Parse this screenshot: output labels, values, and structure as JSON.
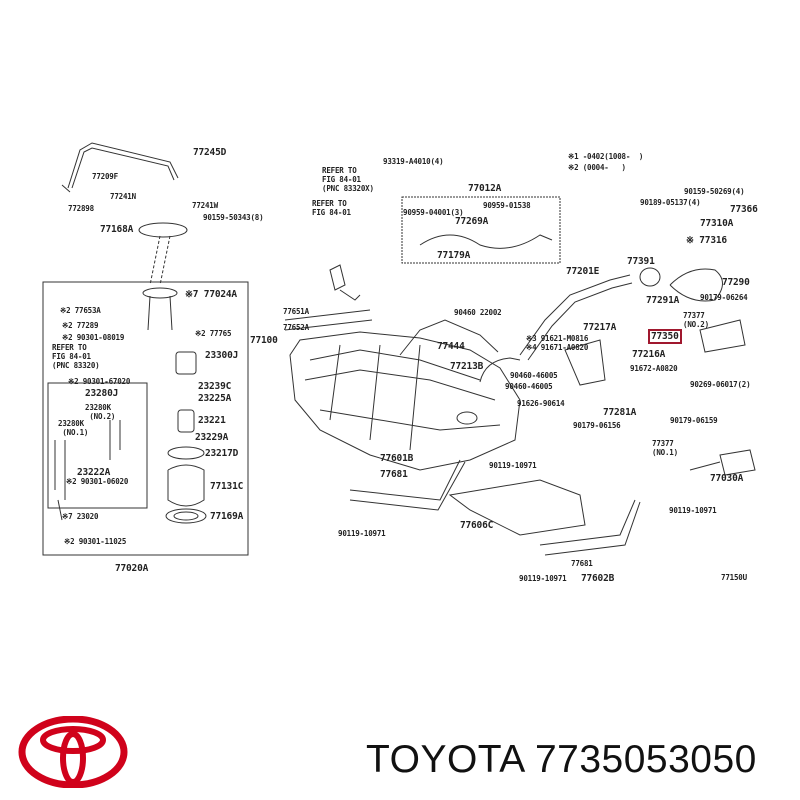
{
  "diagram": {
    "labels": [
      "77245D",
      "77209F",
      "77241N",
      "772898",
      "77241W",
      "90159-50343(8)",
      "77168A",
      "※7 77024A",
      "※2 77653A",
      "※2 77289",
      "※2 90301-08019",
      "※2 77765",
      "77100",
      "REFER TO\nFIG 84-01\n(PNC 83320)",
      "23300J",
      "※2 90301-67020",
      "23239C",
      "23280J",
      "23225A",
      "23280K\n (NO.2)",
      "23280K\n (NO.1)",
      "23221",
      "23229A",
      "23217D",
      "23222A",
      "※2 90301-06020",
      "77131C",
      "※7 23020",
      "77169A",
      "※2 90301-11025",
      "77020A",
      "93319-A4010(4)",
      "REFER TO\nFIG 84-01\n(PNC 83320X)",
      "77012A",
      "REFER TO\nFIG 84-01",
      "90959-04001(3)",
      "90959-01538",
      "77269A",
      "77179A",
      "77201E",
      "77651A",
      "77652A",
      "90460 22002",
      "77444",
      "77213B",
      "※3 91621-M0816",
      "※4 91671-A0820",
      "90460-46005",
      "90460-46005",
      "91626-90614",
      "77281A",
      "90179-06156",
      "77217A",
      "77216A",
      "91672-A0820",
      "※1 -0402(1008-  )",
      "※2 (0004-   )",
      "90159-50269(4)",
      "90189-05137(4)",
      "77366",
      "77310A",
      "※ 77316",
      "77391",
      "77290",
      "77291A",
      "90179-06264",
      "77377\n(NO.2)",
      "77350",
      "90269-06017(2)",
      "90179-06159",
      "77377\n(NO.1)",
      "77030A",
      "77601B",
      "90119-10971",
      "77681",
      "77606C",
      "90119-10971",
      "90119-10971",
      "77681",
      "90119-10971",
      "77602B",
      "77150U"
    ],
    "highlighted_part": "77350",
    "highlight_color": "#a0182e"
  },
  "footer": {
    "brand": "TOYOTA",
    "part_number": "7735053050",
    "logo_color": "#d0021b"
  }
}
